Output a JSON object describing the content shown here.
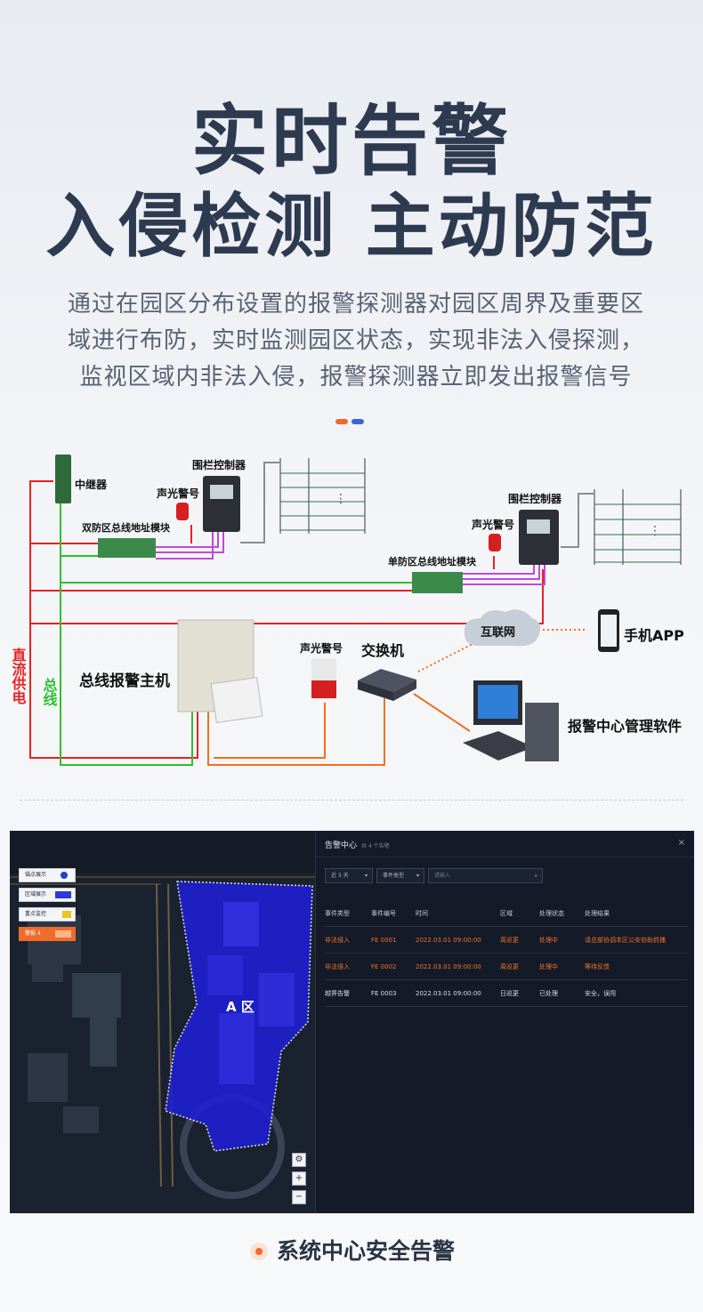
{
  "hero": {
    "title_line1": "实时告警",
    "title_line2": "入侵检测 主动防范",
    "intro_lines": [
      "通过在园区分布设置的报警探测器对园区周界及重要区",
      "域进行布防，实时监测园区状态，实现非法入侵探测，",
      "监视区域内非法入侵，报警探测器立即发出报警信号"
    ]
  },
  "diagram": {
    "repeater": "中继器",
    "fence_controller_1": "围栏控制器",
    "fence_controller_2": "围栏控制器",
    "siren_1": "声光警号",
    "siren_2": "声光警号",
    "siren_3": "声光警号",
    "dual_zone_module": "双防区总线地址模块",
    "single_zone_module": "单防区总线地址模块",
    "internet": "互联网",
    "mobile_app": "手机APP",
    "switch": "交换机",
    "bus_alarm_host": "总线报警主机",
    "center_software": "报警中心管理软件",
    "dc_power": "直流供电",
    "bus": "总线",
    "ellipsis": "⋮",
    "colors": {
      "red": "#e62222",
      "green": "#2fbf2f",
      "purple": "#c04ad8",
      "orange": "#ee7020",
      "grey": "#8c8c8c"
    }
  },
  "dashboard": {
    "legend": [
      {
        "label": "锚点展示",
        "icon": "anchor-icon"
      },
      {
        "label": "区域展示",
        "icon": "area-icon"
      },
      {
        "label": "重点监控",
        "icon": "camera-icon"
      },
      {
        "label": "警报 4",
        "icon": "alarm-icon"
      }
    ],
    "zone_label": "A 区",
    "controls": [
      "⚙",
      "+",
      "−"
    ],
    "panel": {
      "title": "告警中心",
      "subtitle": "共 4 个告警",
      "close": "×",
      "filter_time": "近 3 天",
      "filter_type": "事件类型",
      "search_placeholder": "请输入",
      "columns": [
        "事件类型",
        "事件编号",
        "时间",
        "区域",
        "处理状态",
        "处理结果"
      ],
      "rows": [
        [
          "非法侵入",
          "FE 0001",
          "2022.03.01 09:00:00",
          "周巡更",
          "处理中",
          "请总部协调本区公安协助抓捕"
        ],
        [
          "非法侵入",
          "FE 0002",
          "2022.03.01 09:00:00",
          "周巡更",
          "处理中",
          "等待反馈"
        ],
        [
          "越界告警",
          "FE 0003",
          "2022.03.01 09:00:00",
          "日巡更",
          "已处理",
          "安全，误闯"
        ]
      ],
      "alert_color": "#f0742b"
    }
  },
  "caption": "系统中心安全告警"
}
